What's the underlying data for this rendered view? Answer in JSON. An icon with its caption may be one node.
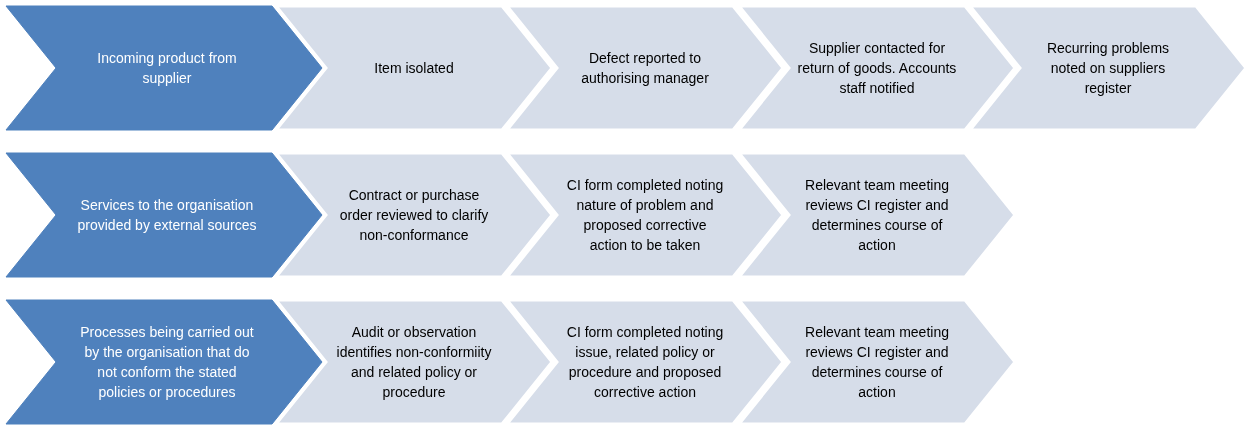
{
  "diagram": {
    "nodes": [
      {
        "text": [
          "Incoming product from supplier"
        ]
      },
      {
        "text": [
          "Item isolated"
        ]
      },
      {
        "text": [
          "Defect reported to authorising manager"
        ]
      },
      {
        "text": [
          "Supplier contacted for return of goods. Accounts staff notified"
        ]
      },
      {
        "text": [
          "Recurring problems noted on suppliers register"
        ]
      },
      {
        "text": [
          "Services to the organisation provided by external sources"
        ]
      },
      {
        "text": [
          "Contract or purchase order reviewed to clarify non-conformance"
        ]
      },
      {
        "text": [
          "CI form completed noting nature of problem and proposed corrective action to be taken"
        ]
      },
      {
        "text": [
          "Relevant team meeting reviews CI register and determines course of action"
        ]
      },
      {
        "text": [
          "Processes being carried out by the organisation that do not conform the stated policies or procedures"
        ]
      },
      {
        "text": [
          "Audit or observation identifies non-conformiity and related policy or procedure"
        ]
      },
      {
        "text": [
          "CI form completed noting issue, related policy or procedure and proposed corrective action"
        ]
      },
      {
        "text": [
          "Relevant team meeting reviews CI register and determines course of action"
        ]
      }
    ]
  }
}
